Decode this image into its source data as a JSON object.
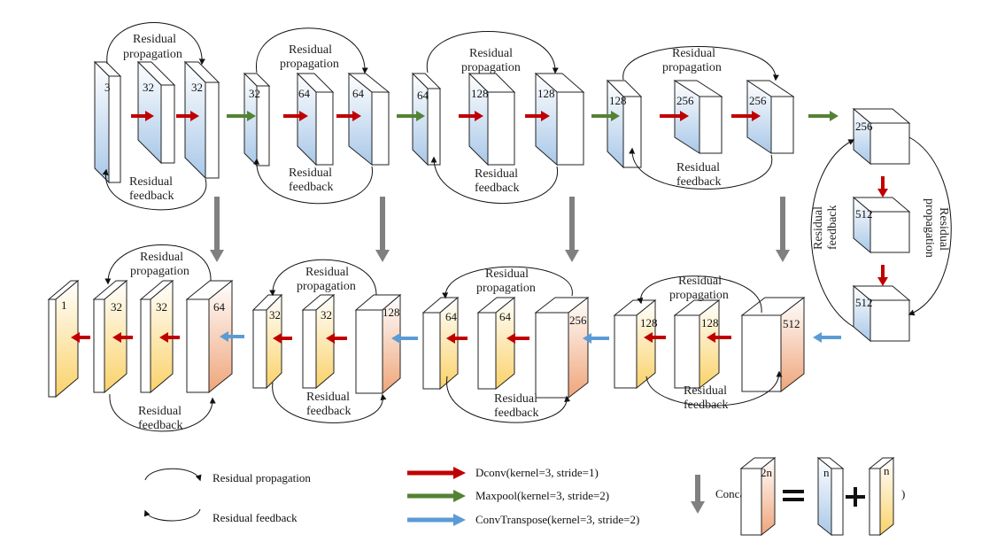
{
  "colors": {
    "red": "#c00000",
    "green": "#548235",
    "blue": "#5b9bd5",
    "gray": "#808080",
    "blue_fill": "#cfe0f2",
    "yellow_fill": "#fce8a0",
    "orange_fill": "#f5c4a3"
  },
  "labels": {
    "residual": "Residual",
    "propagation": "propagation",
    "feedback": "feedback"
  },
  "encoder": {
    "stage1": [
      "3",
      "32",
      "32"
    ],
    "stage2": [
      "32",
      "64",
      "64"
    ],
    "stage3": [
      "64",
      "128",
      "128"
    ],
    "stage4": [
      "128",
      "256",
      "256"
    ],
    "bottleneck": [
      "256",
      "512",
      "512"
    ]
  },
  "decoder": {
    "stage4": [
      "128",
      "128",
      "512"
    ],
    "stage3": [
      "64",
      "64",
      "256"
    ],
    "stage2": [
      "32",
      "32",
      "128"
    ],
    "stage1": [
      "1",
      "32",
      "32",
      "64"
    ]
  },
  "legend": {
    "propagation": "Residual propagation",
    "feedback": "Residual feedback",
    "dconv": "Dconv(kernel=3, stride=1)",
    "maxpool": "Maxpool(kernel=3, stride=2)",
    "convtranspose": "ConvTranspose(kernel=3, stride=2)",
    "concat_prefix": "Concat(",
    "concat_suffix": ")",
    "concat_2n": "2n",
    "concat_n1": "n",
    "concat_n2": "n"
  }
}
